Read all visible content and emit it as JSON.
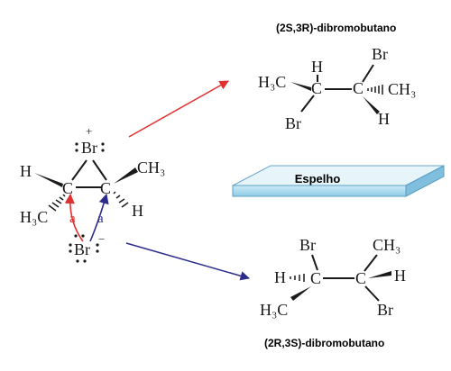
{
  "reactant": {
    "bromonium_br": "Br",
    "bromonium_charge": "+",
    "bromide_br": "Br",
    "bromide_charge": "−",
    "carbon_left": "C",
    "carbon_right": "C",
    "left_h": "H",
    "left_ch3": "H₃C",
    "right_ch3": "CH₃",
    "right_h": "H",
    "attack_label_red": "a",
    "attack_label_blue": "a"
  },
  "product_top": {
    "title": "(2S,3R)-dibromobutano",
    "h3c": "H₃C",
    "c1": "C",
    "c2": "C",
    "h_top": "H",
    "br_bottom": "Br",
    "br_top": "Br",
    "ch3": "CH₃",
    "h_bottom": "H"
  },
  "mirror": {
    "label": "Espelho"
  },
  "product_bottom": {
    "title": "(2R,3S)-dibromobutano",
    "br_top": "Br",
    "h_left": "H",
    "c1": "C",
    "c2": "C",
    "h3c": "H₃C",
    "ch3": "CH₃",
    "h_right": "H",
    "br_bottom": "Br"
  },
  "colors": {
    "red_arrow": "#e03030",
    "blue_arrow": "#2c2c8c",
    "mirror_fill": "#a8d8ee",
    "mirror_edge": "#5b9ec4"
  }
}
